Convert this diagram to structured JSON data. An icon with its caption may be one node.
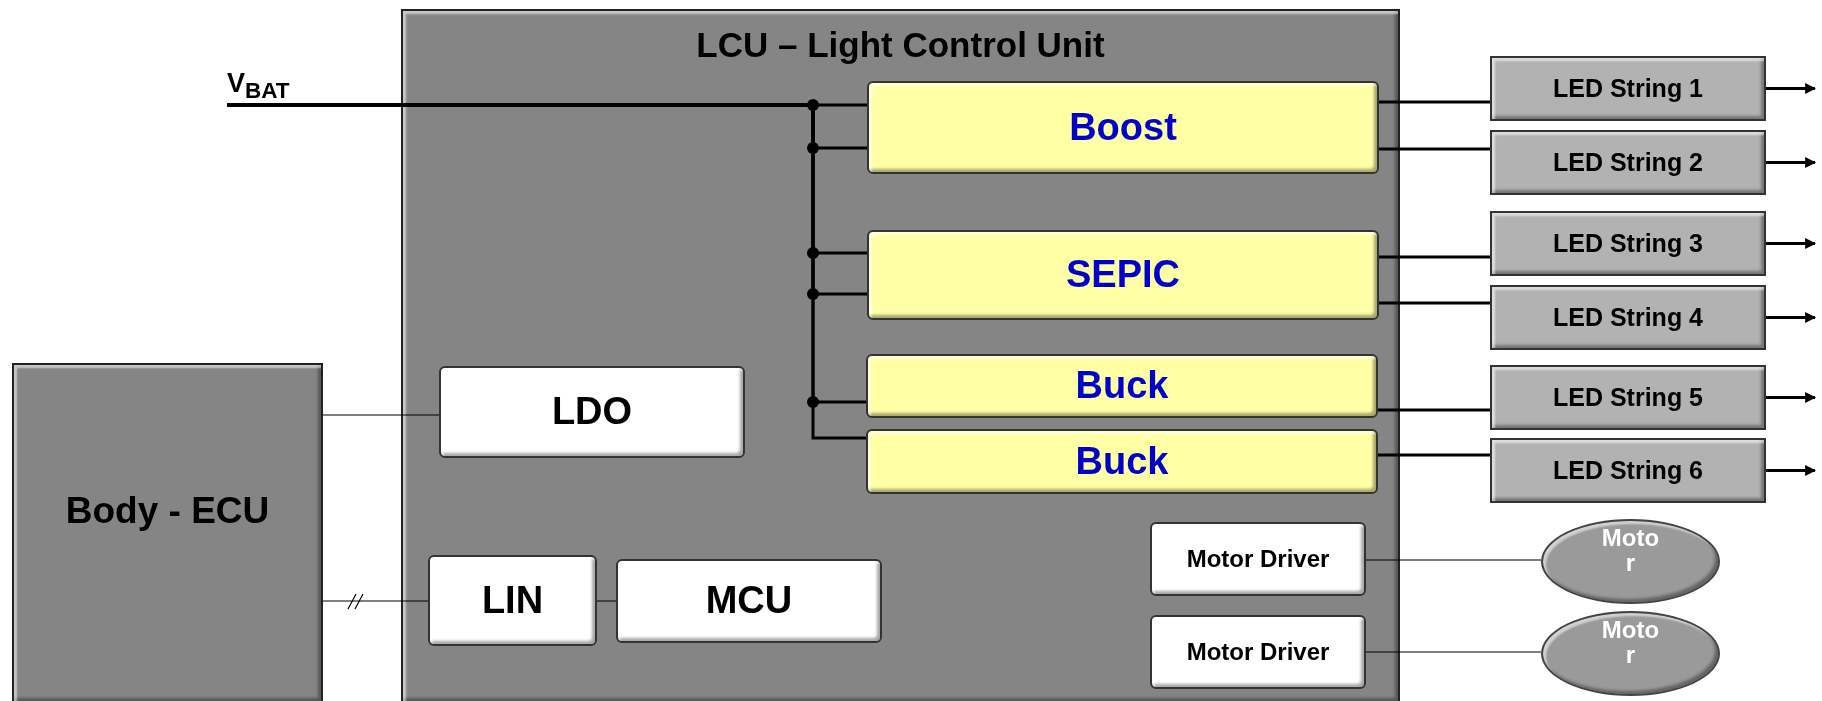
{
  "diagram": {
    "nodes": [
      {
        "text": [
          "LCU – Light Control Unit"
        ]
      },
      {
        "text": [
          "V$_{BAT}$"
        ]
      },
      {
        "text": [
          "Boost"
        ],
        "in": 0
      },
      {
        "text": [
          "SEPIC"
        ],
        "in": 0
      },
      {
        "text": [
          "Buck"
        ],
        "in": 0
      },
      {
        "text": [
          "Buck"
        ],
        "in": 0
      },
      {
        "text": [
          "LDO"
        ],
        "in": 0
      },
      {
        "text": [
          "LIN"
        ],
        "in": 0
      },
      {
        "text": [
          "MCU"
        ],
        "in": 0
      },
      {
        "text": [
          "Motor Driver"
        ],
        "in": 0
      },
      {
        "text": [
          "Motor Driver"
        ],
        "in": 0
      },
      {
        "text": [
          "Body - ECU"
        ]
      },
      {
        "text": [
          "LED String 1"
        ]
      },
      {
        "text": [
          "LED String 2"
        ]
      },
      {
        "text": [
          "LED String 3"
        ]
      },
      {
        "text": [
          "LED String 4"
        ]
      },
      {
        "text": [
          "LED String 5"
        ]
      },
      {
        "text": [
          "LED String 6"
        ]
      },
      {
        "text": [
          "Motor"
        ]
      },
      {
        "text": [
          "Motor"
        ]
      }
    ],
    "edges": [
      {
        "from": 1,
        "to": 2,
        "arrow": "none"
      },
      {
        "from": 1,
        "to": 2,
        "arrow": "none"
      },
      {
        "from": 1,
        "to": 3,
        "arrow": "none"
      },
      {
        "from": 1,
        "to": 3,
        "arrow": "none"
      },
      {
        "from": 1,
        "to": 4,
        "arrow": "none"
      },
      {
        "from": 1,
        "to": 5,
        "arrow": "none"
      },
      {
        "from": 2,
        "to": 12,
        "arrow": "none"
      },
      {
        "from": 2,
        "to": 13,
        "arrow": "none"
      },
      {
        "from": 3,
        "to": 14,
        "arrow": "none"
      },
      {
        "from": 3,
        "to": 15,
        "arrow": "none"
      },
      {
        "from": 4,
        "to": 16,
        "arrow": "none"
      },
      {
        "from": 5,
        "to": 17,
        "arrow": "none"
      },
      {
        "from": 12,
        "to": null,
        "arrow": "to"
      },
      {
        "from": 13,
        "to": null,
        "arrow": "to"
      },
      {
        "from": 14,
        "to": null,
        "arrow": "to"
      },
      {
        "from": 15,
        "to": null,
        "arrow": "to"
      },
      {
        "from": 16,
        "to": null,
        "arrow": "to"
      },
      {
        "from": 17,
        "to": null,
        "arrow": "to"
      },
      {
        "from": 11,
        "to": 6,
        "arrow": "none"
      },
      {
        "from": 11,
        "to": 7,
        "arrow": "none"
      },
      {
        "from": 7,
        "to": 8,
        "arrow": "none"
      },
      {
        "from": 9,
        "to": 18,
        "arrow": "none"
      },
      {
        "from": 10,
        "to": 19,
        "arrow": "none"
      }
    ]
  }
}
